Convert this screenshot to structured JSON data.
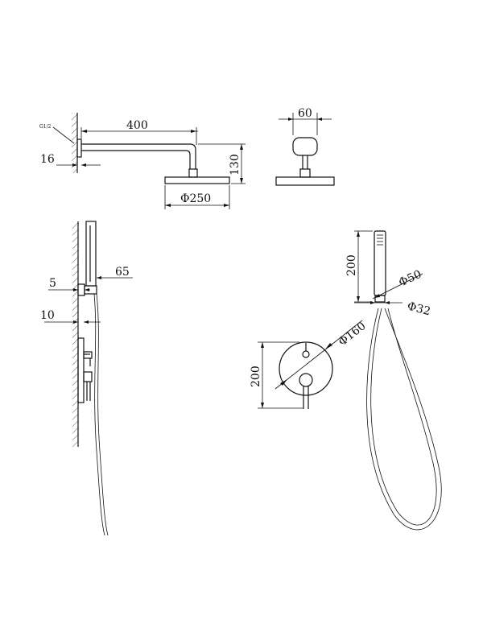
{
  "dimensions": {
    "arm_length": "400",
    "wall_offset_top": "16",
    "arm_drop": "130",
    "head_diameter": "Φ250",
    "flange_width": "60",
    "bracket_depth": "65",
    "flange_thickness": "5",
    "valve_depth": "10",
    "handset_length": "200",
    "handset_diameter": "Φ50",
    "hose_outlet_diameter": "Φ32",
    "plate_diameter": "Φ160",
    "plate_height": "200"
  },
  "thread_label": "G1/2"
}
